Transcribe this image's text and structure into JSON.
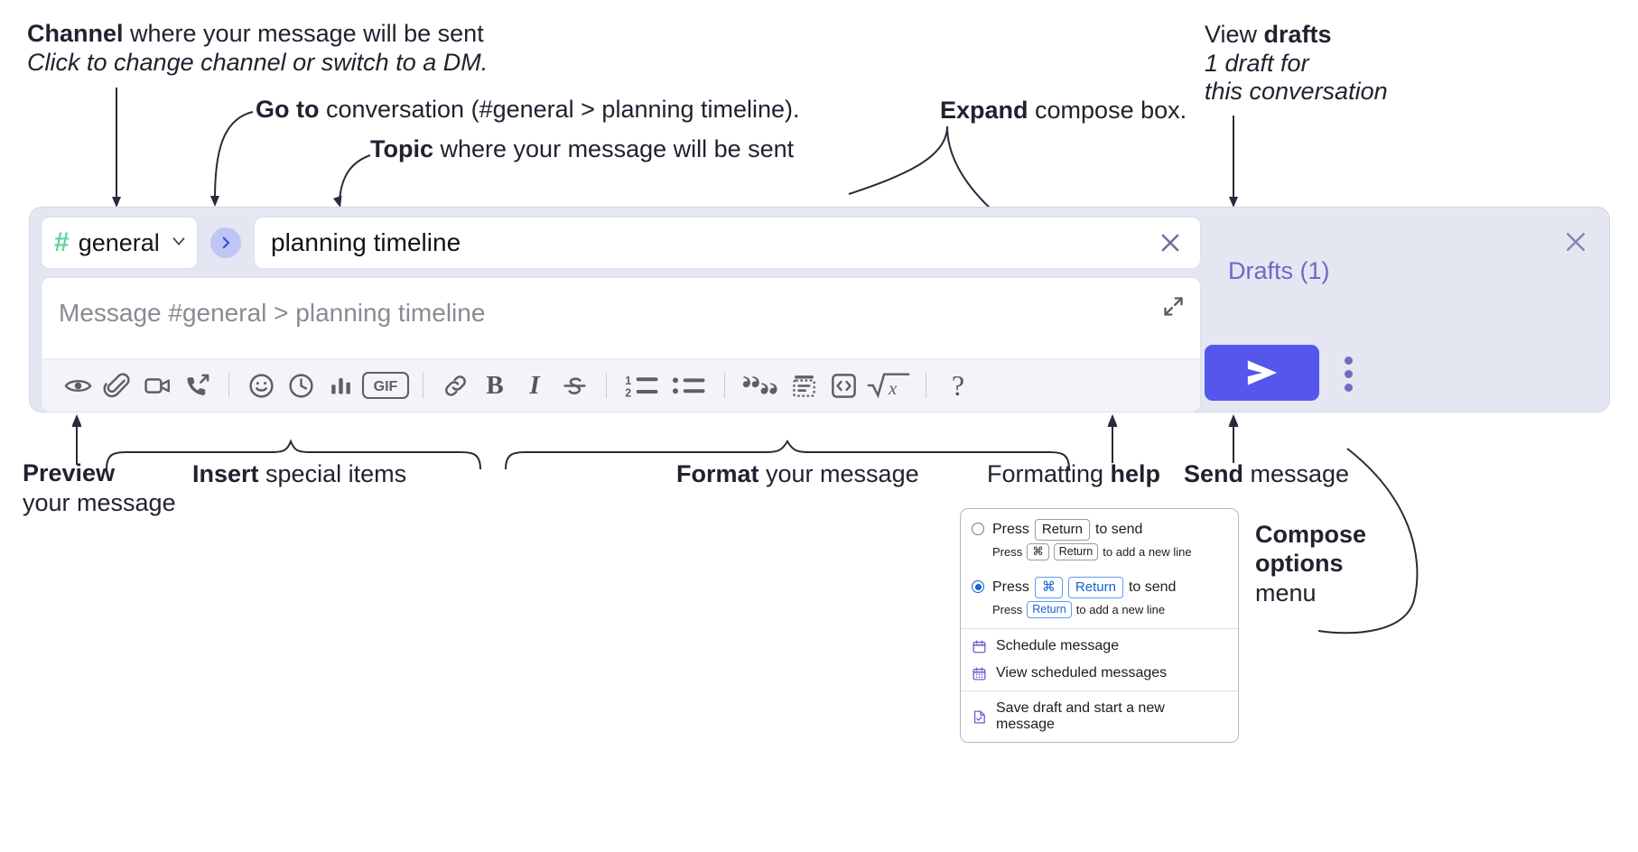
{
  "annotations": {
    "channel": {
      "bold": "Channel",
      "rest": " where your message will be sent",
      "sub": "Click to change channel or switch to a DM."
    },
    "goto": {
      "bold": "Go to",
      "rest": " conversation (#general > planning timeline)."
    },
    "topic": {
      "bold": "Topic",
      "rest": " where your message will be sent"
    },
    "expand": {
      "bold": "Expand",
      "rest": " compose box."
    },
    "drafts": {
      "lead": "View ",
      "bold": "drafts",
      "sub1": "1 draft for",
      "sub2": "this conversation"
    },
    "preview": {
      "bold": "Preview",
      "sub": "your message"
    },
    "insert": {
      "bold": "Insert",
      "rest": " special items"
    },
    "format": {
      "bold": "Format",
      "rest": " your message"
    },
    "help": {
      "lead": "Formatting ",
      "bold": "help"
    },
    "send": {
      "bold": "Send",
      "rest": " message"
    },
    "compose_options": {
      "bold1": "Compose",
      "bold2": "options",
      "rest": "menu"
    }
  },
  "compose": {
    "channel": {
      "hash": "#",
      "name": "general",
      "caret_icon": "chevron-down-icon"
    },
    "goto_icon": "chevron-right-icon",
    "topic": {
      "value": "planning timeline",
      "clear_icon": "close-icon"
    },
    "message": {
      "placeholder": "Message #general > planning timeline",
      "expand_icon": "expand-diagonal-icon"
    },
    "drafts_label": "Drafts (1)",
    "close_icon": "close-icon",
    "send_icon": "send-paper-plane-icon",
    "more_icon": "vertical-dots-icon",
    "toolbar": [
      {
        "name": "preview-icon",
        "label": ""
      },
      {
        "name": "attachment-paperclip-icon",
        "label": ""
      },
      {
        "name": "video-camera-icon",
        "label": ""
      },
      {
        "name": "huddle-phone-icon",
        "label": ""
      },
      {
        "name": "separator",
        "label": ""
      },
      {
        "name": "emoji-smiley-icon",
        "label": ""
      },
      {
        "name": "clock-icon",
        "label": ""
      },
      {
        "name": "poll-bar-chart-icon",
        "label": ""
      },
      {
        "name": "gif-icon",
        "label": "GIF"
      },
      {
        "name": "separator",
        "label": ""
      },
      {
        "name": "link-icon",
        "label": ""
      },
      {
        "name": "bold-icon",
        "label": "B"
      },
      {
        "name": "italic-icon",
        "label": "I"
      },
      {
        "name": "strikethrough-icon",
        "label": "S"
      },
      {
        "name": "separator",
        "label": ""
      },
      {
        "name": "ordered-list-icon",
        "label": ""
      },
      {
        "name": "bulleted-list-icon",
        "label": ""
      },
      {
        "name": "separator",
        "label": ""
      },
      {
        "name": "blockquote-icon",
        "label": ""
      },
      {
        "name": "code-block-icon",
        "label": ""
      },
      {
        "name": "inline-code-icon",
        "label": ""
      },
      {
        "name": "math-formula-icon",
        "label": ""
      },
      {
        "name": "separator",
        "label": ""
      },
      {
        "name": "formatting-help-icon",
        "label": "?"
      }
    ]
  },
  "compose_menu": {
    "options": [
      {
        "selected": false,
        "main": [
          {
            "t": "text",
            "v": "Press"
          },
          {
            "t": "key",
            "v": "Return"
          },
          {
            "t": "text",
            "v": "to send"
          }
        ],
        "sub": [
          {
            "t": "text",
            "v": "Press"
          },
          {
            "t": "key",
            "v": "⌘"
          },
          {
            "t": "key",
            "v": "Return"
          },
          {
            "t": "text",
            "v": "to add a new line"
          }
        ]
      },
      {
        "selected": true,
        "main": [
          {
            "t": "text",
            "v": "Press"
          },
          {
            "t": "keyb",
            "v": "⌘"
          },
          {
            "t": "keyb",
            "v": "Return"
          },
          {
            "t": "text",
            "v": "to send"
          }
        ],
        "sub": [
          {
            "t": "text",
            "v": "Press"
          },
          {
            "t": "keyb",
            "v": "Return"
          },
          {
            "t": "text",
            "v": "to add a new line"
          }
        ]
      }
    ],
    "items": [
      {
        "icon": "calendar-schedule-icon",
        "label": "Schedule message",
        "group": 1
      },
      {
        "icon": "calendar-grid-icon",
        "label": "View scheduled messages",
        "group": 1
      },
      {
        "icon": "draft-document-check-icon",
        "label": "Save draft and start a new message",
        "group": 2
      }
    ]
  },
  "colors": {
    "panel_bg": "#e4e6f2",
    "accent_send": "#5656ed",
    "drafts_text": "#6a6bc4",
    "hash_green": "#5ed69a",
    "goto_circle": "#bfc6f5",
    "radio_blue": "#1264d4",
    "menu_icon_purple": "#6d5fd0"
  }
}
